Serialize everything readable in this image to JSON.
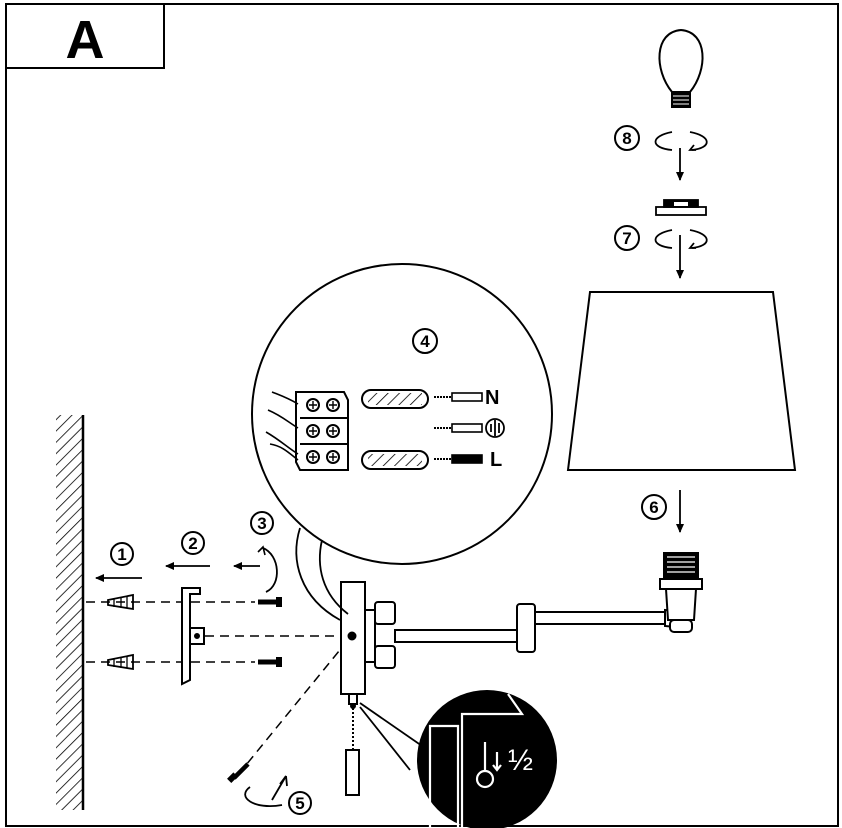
{
  "panel": {
    "label": "A"
  },
  "steps": [
    {
      "n": "1"
    },
    {
      "n": "2"
    },
    {
      "n": "3"
    },
    {
      "n": "4"
    },
    {
      "n": "5"
    },
    {
      "n": "6"
    },
    {
      "n": "7"
    },
    {
      "n": "8"
    }
  ],
  "wires": {
    "neutral": "N",
    "live": "L",
    "earth_icon": "earth-ground-icon"
  },
  "pull_switch": {
    "label": "↓ ½"
  }
}
